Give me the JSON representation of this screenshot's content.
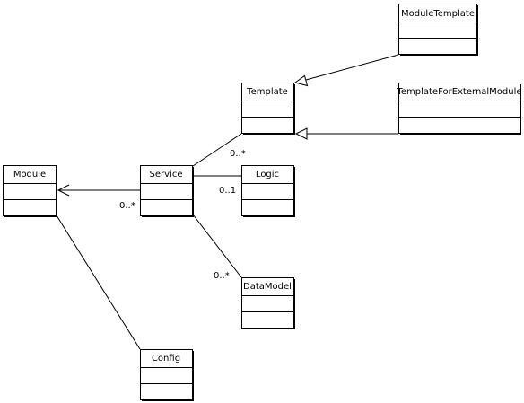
{
  "diagram": {
    "classes": {
      "module_template": {
        "name": "ModuleTemplate"
      },
      "template": {
        "name": "Template"
      },
      "template_external": {
        "name": "TemplateForExternalModule"
      },
      "module": {
        "name": "Module"
      },
      "service": {
        "name": "Service"
      },
      "logic": {
        "name": "Logic"
      },
      "data_model": {
        "name": "DataModel"
      },
      "config": {
        "name": "Config"
      }
    },
    "multiplicities": {
      "service_template": "0..*",
      "service_logic": "0..1",
      "service_module": "0..*",
      "service_datamodel": "0..*"
    }
  },
  "colors": {
    "line": "#000000",
    "background": "#ffffff"
  }
}
